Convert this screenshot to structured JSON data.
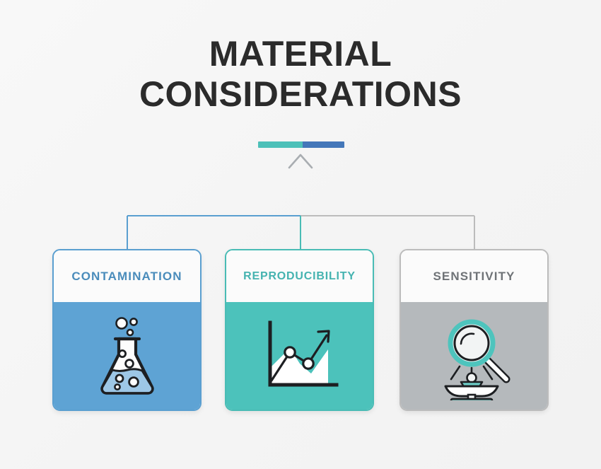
{
  "page": {
    "background_color": "#f6f6f6",
    "title_color": "#2b2b2b"
  },
  "header": {
    "title_line_1": "MATERIAL",
    "title_line_2": "CONSIDERATIONS"
  },
  "accent_bar": {
    "left_color": "#4dc0b8",
    "right_color": "#4477b9"
  },
  "connectors": {
    "left_branch_color": "#5a9fd0",
    "center_branch_color": "#49bcb5",
    "right_branch_color": "#bcbcbc",
    "arrow_color": "#a9adb1"
  },
  "cards": [
    {
      "id": "contamination",
      "label": "CONTAMINATION",
      "label_color": "#4a8cbb",
      "border_color": "#5a9fd0",
      "body_color": "#5ea3d4",
      "icon": "flask-icon"
    },
    {
      "id": "reproducibility",
      "label": "REPRODUCIBILITY",
      "label_color": "#45b3b0",
      "border_color": "#49bcb5",
      "body_color": "#4cc2bb",
      "icon": "growth-chart-icon"
    },
    {
      "id": "sensitivity",
      "label": "SENSITIVITY",
      "label_color": "#6f7377",
      "border_color": "#bcbcbc",
      "body_color": "#b5b9bc",
      "icon": "magnifier-scale-icon"
    }
  ]
}
